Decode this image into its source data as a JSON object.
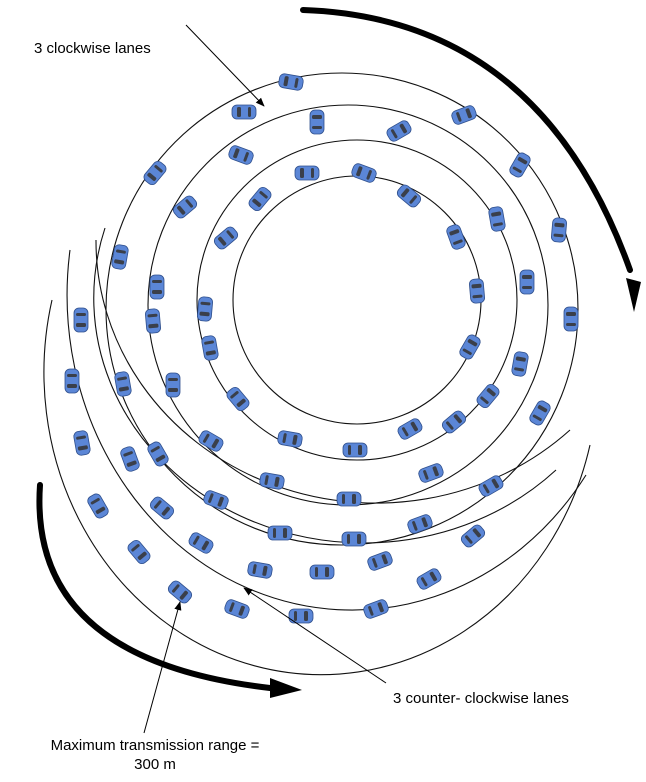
{
  "labels": {
    "clockwise_lanes": "3 clockwise lanes",
    "counter_clockwise_lanes": "3  counter- clockwise lanes",
    "range_line1": "Maximum transmission range =",
    "range_line2": "300 m"
  },
  "colors": {
    "lane_line": "#111111",
    "car_body": "#5b86d6",
    "car_glass": "#3a3f4a",
    "arrow": "#000000"
  },
  "icons": {
    "vehicle": "car-icon",
    "flow_arrow": "curved-arrow-icon",
    "pointer": "pointer-arrow-icon"
  }
}
